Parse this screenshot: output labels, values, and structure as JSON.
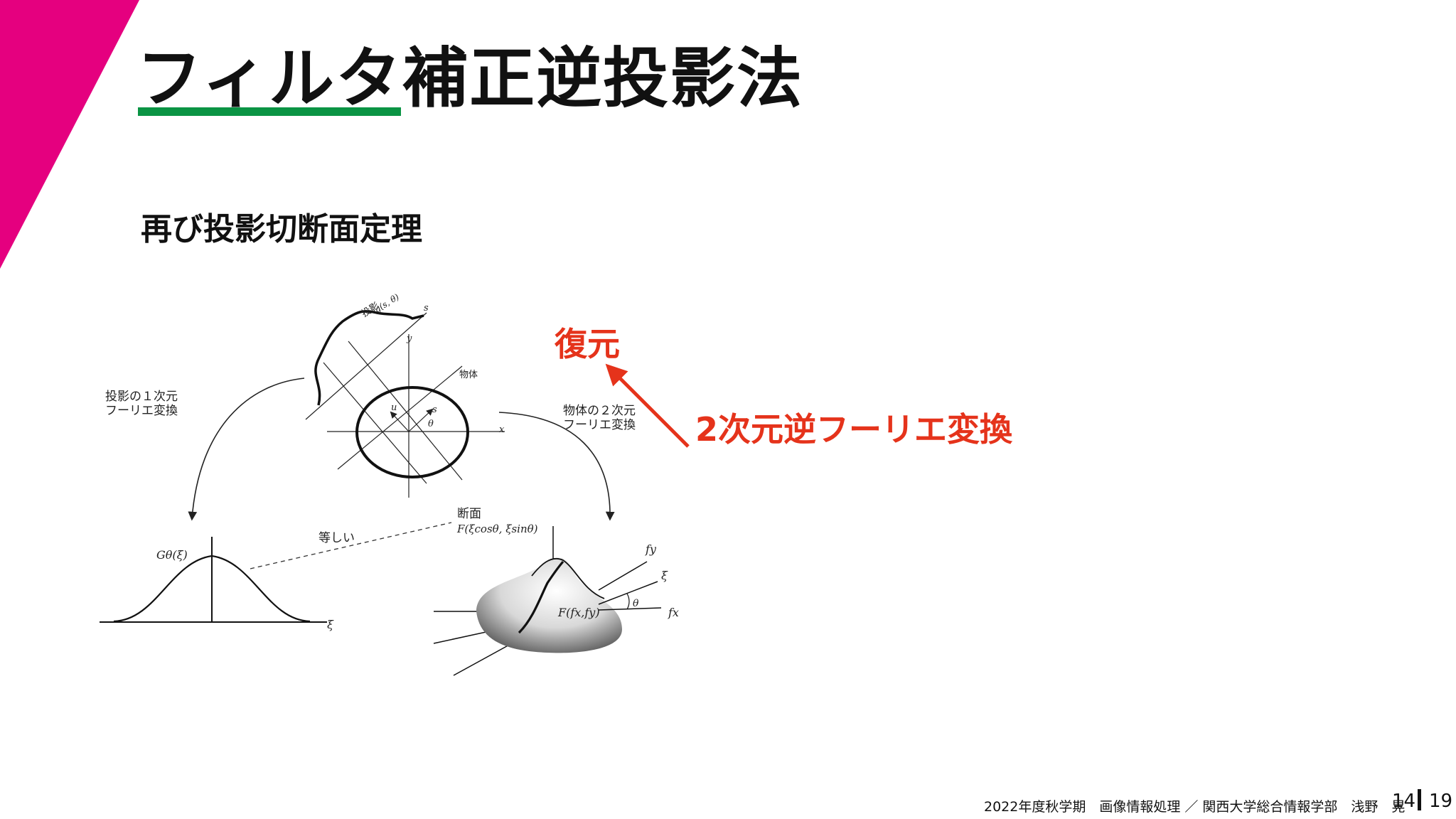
{
  "slide": {
    "title": "フィルタ補正逆投影法",
    "subtitle": "再び投影切断面定理",
    "accent_color": "#e5007f",
    "title_underline_color": "#0a9444",
    "highlight_color": "#e5331b"
  },
  "annotation": {
    "restore": "復元",
    "inverse_transform": "2次元逆フーリエ変換"
  },
  "diagram": {
    "projection_label": "投影",
    "projection_func": "g(s, θ)",
    "object_label": "物体",
    "axis_y": "y",
    "axis_x": "x",
    "axis_s": "s",
    "axis_u": "u",
    "angle": "θ",
    "left_transform_line1": "投影の１次元",
    "left_transform_line2": "フーリエ変換",
    "right_transform_line1": "物体の２次元",
    "right_transform_line2": "フーリエ変換",
    "equal_label": "等しい",
    "section_label": "断面",
    "section_func": "F(ξcosθ, ξsinθ)",
    "g_label": "Gθ(ξ)",
    "xi": "ξ",
    "fy": "fy",
    "fx": "fx",
    "surface_label": "F(fx,fy)"
  },
  "footer": {
    "text": "2022年度秋学期　画像情報処理 ／ 関西大学総合情報学部　浅野　晃",
    "page": "14",
    "total": "19"
  }
}
